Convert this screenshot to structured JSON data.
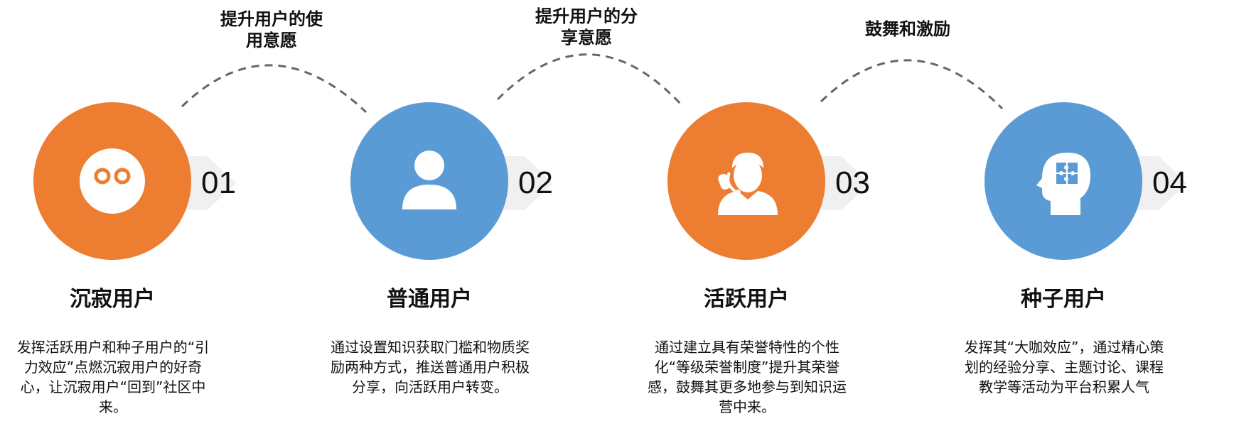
{
  "arc_labels": [
    "提升用户的使\n用意愿",
    "提升用户的分\n享意愿",
    "鼓舞和激励"
  ],
  "stages": [
    {
      "number": "01",
      "title": "沉寂用户",
      "description": "发挥活跃用户和种子用户的“引力效应”点燃沉寂用户的好奇心，让沉寂用户“回到”社区中来。",
      "icon": "face-icon",
      "color": "#ed7d31"
    },
    {
      "number": "02",
      "title": "普通用户",
      "description": "通过设置知识获取门槛和物质奖励两种方式，推送普通用户积极分享，向活跃用户转变。",
      "icon": "person-icon",
      "color": "#5b9bd5"
    },
    {
      "number": "03",
      "title": "活跃用户",
      "description": "通过建立具有荣誉特性的个性化“等级荣誉制度”提升其荣誉感，鼓舞其更多地参与到知识运营中来。",
      "icon": "phone-operator-icon",
      "color": "#ed7d31"
    },
    {
      "number": "04",
      "title": "种子用户",
      "description": "发挥其“大咖效应”，通过精心策划的经验分享、主题讨论、课程教学等活动为平台积累人气",
      "icon": "puzzle-head-icon",
      "color": "#5b9bd5"
    }
  ]
}
